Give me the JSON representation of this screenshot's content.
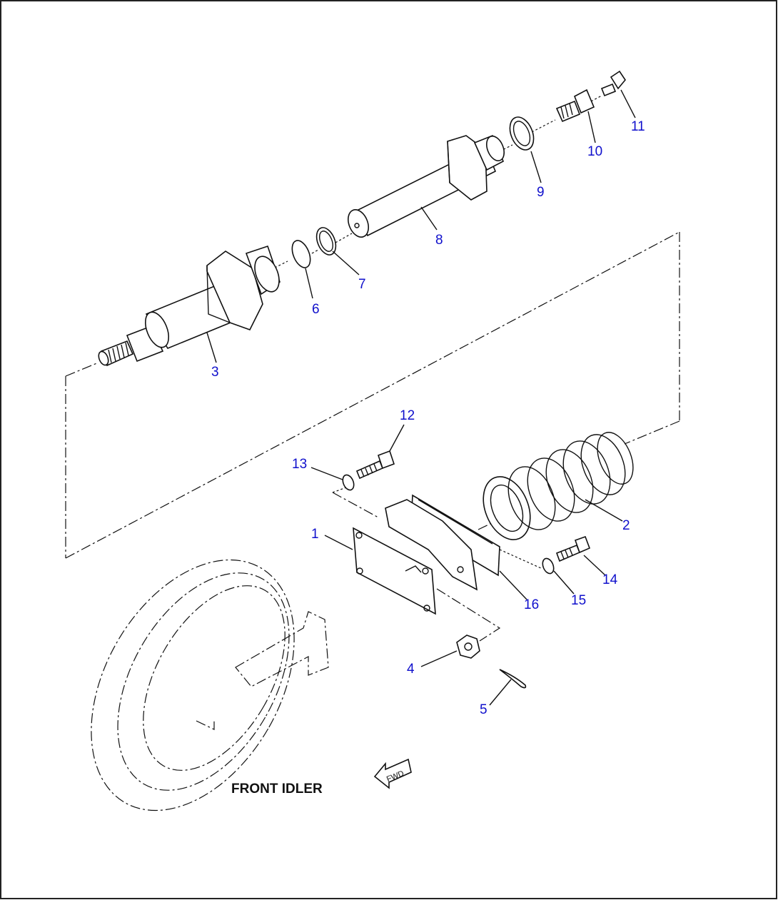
{
  "diagram": {
    "caption": "FRONT IDLER",
    "fwd_label": "FWD",
    "callout_color": "#1010cc",
    "parts": [
      {
        "id": "1",
        "name": "bracket"
      },
      {
        "id": "2",
        "name": "recoil-spring"
      },
      {
        "id": "3",
        "name": "rod"
      },
      {
        "id": "4",
        "name": "nut"
      },
      {
        "id": "5",
        "name": "cotter-pin"
      },
      {
        "id": "6",
        "name": "o-ring"
      },
      {
        "id": "7",
        "name": "snap-ring"
      },
      {
        "id": "8",
        "name": "cylinder"
      },
      {
        "id": "9",
        "name": "ring"
      },
      {
        "id": "10",
        "name": "valve"
      },
      {
        "id": "11",
        "name": "grease-fitting"
      },
      {
        "id": "12",
        "name": "bolt"
      },
      {
        "id": "13",
        "name": "washer"
      },
      {
        "id": "14",
        "name": "bolt"
      },
      {
        "id": "15",
        "name": "washer"
      },
      {
        "id": "16",
        "name": "plate"
      }
    ]
  }
}
